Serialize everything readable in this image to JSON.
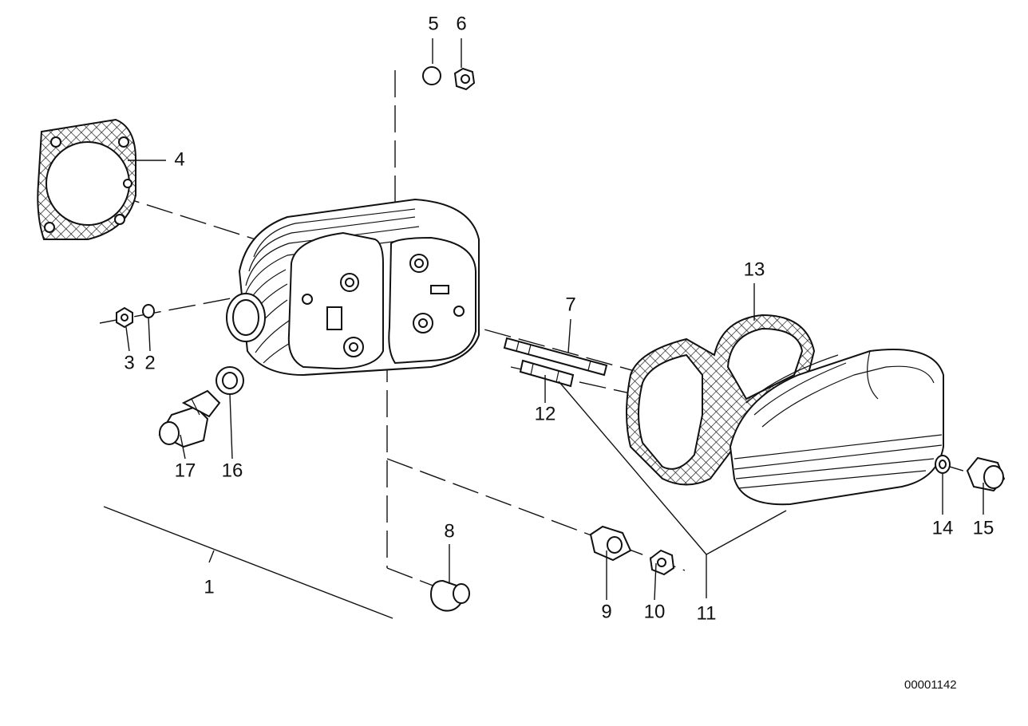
{
  "diagram": {
    "labels": [
      {
        "id": "1",
        "text": "1"
      },
      {
        "id": "2",
        "text": "2"
      },
      {
        "id": "3",
        "text": "3"
      },
      {
        "id": "4",
        "text": "4"
      },
      {
        "id": "5",
        "text": "5"
      },
      {
        "id": "6",
        "text": "6"
      },
      {
        "id": "7",
        "text": "7"
      },
      {
        "id": "8",
        "text": "8"
      },
      {
        "id": "9",
        "text": "9"
      },
      {
        "id": "10",
        "text": "10"
      },
      {
        "id": "11",
        "text": "11"
      },
      {
        "id": "12",
        "text": "12"
      },
      {
        "id": "13",
        "text": "13"
      },
      {
        "id": "14",
        "text": "14"
      },
      {
        "id": "15",
        "text": "15"
      },
      {
        "id": "16",
        "text": "16"
      },
      {
        "id": "17",
        "text": "17"
      }
    ],
    "drawing_number": "00001142"
  }
}
